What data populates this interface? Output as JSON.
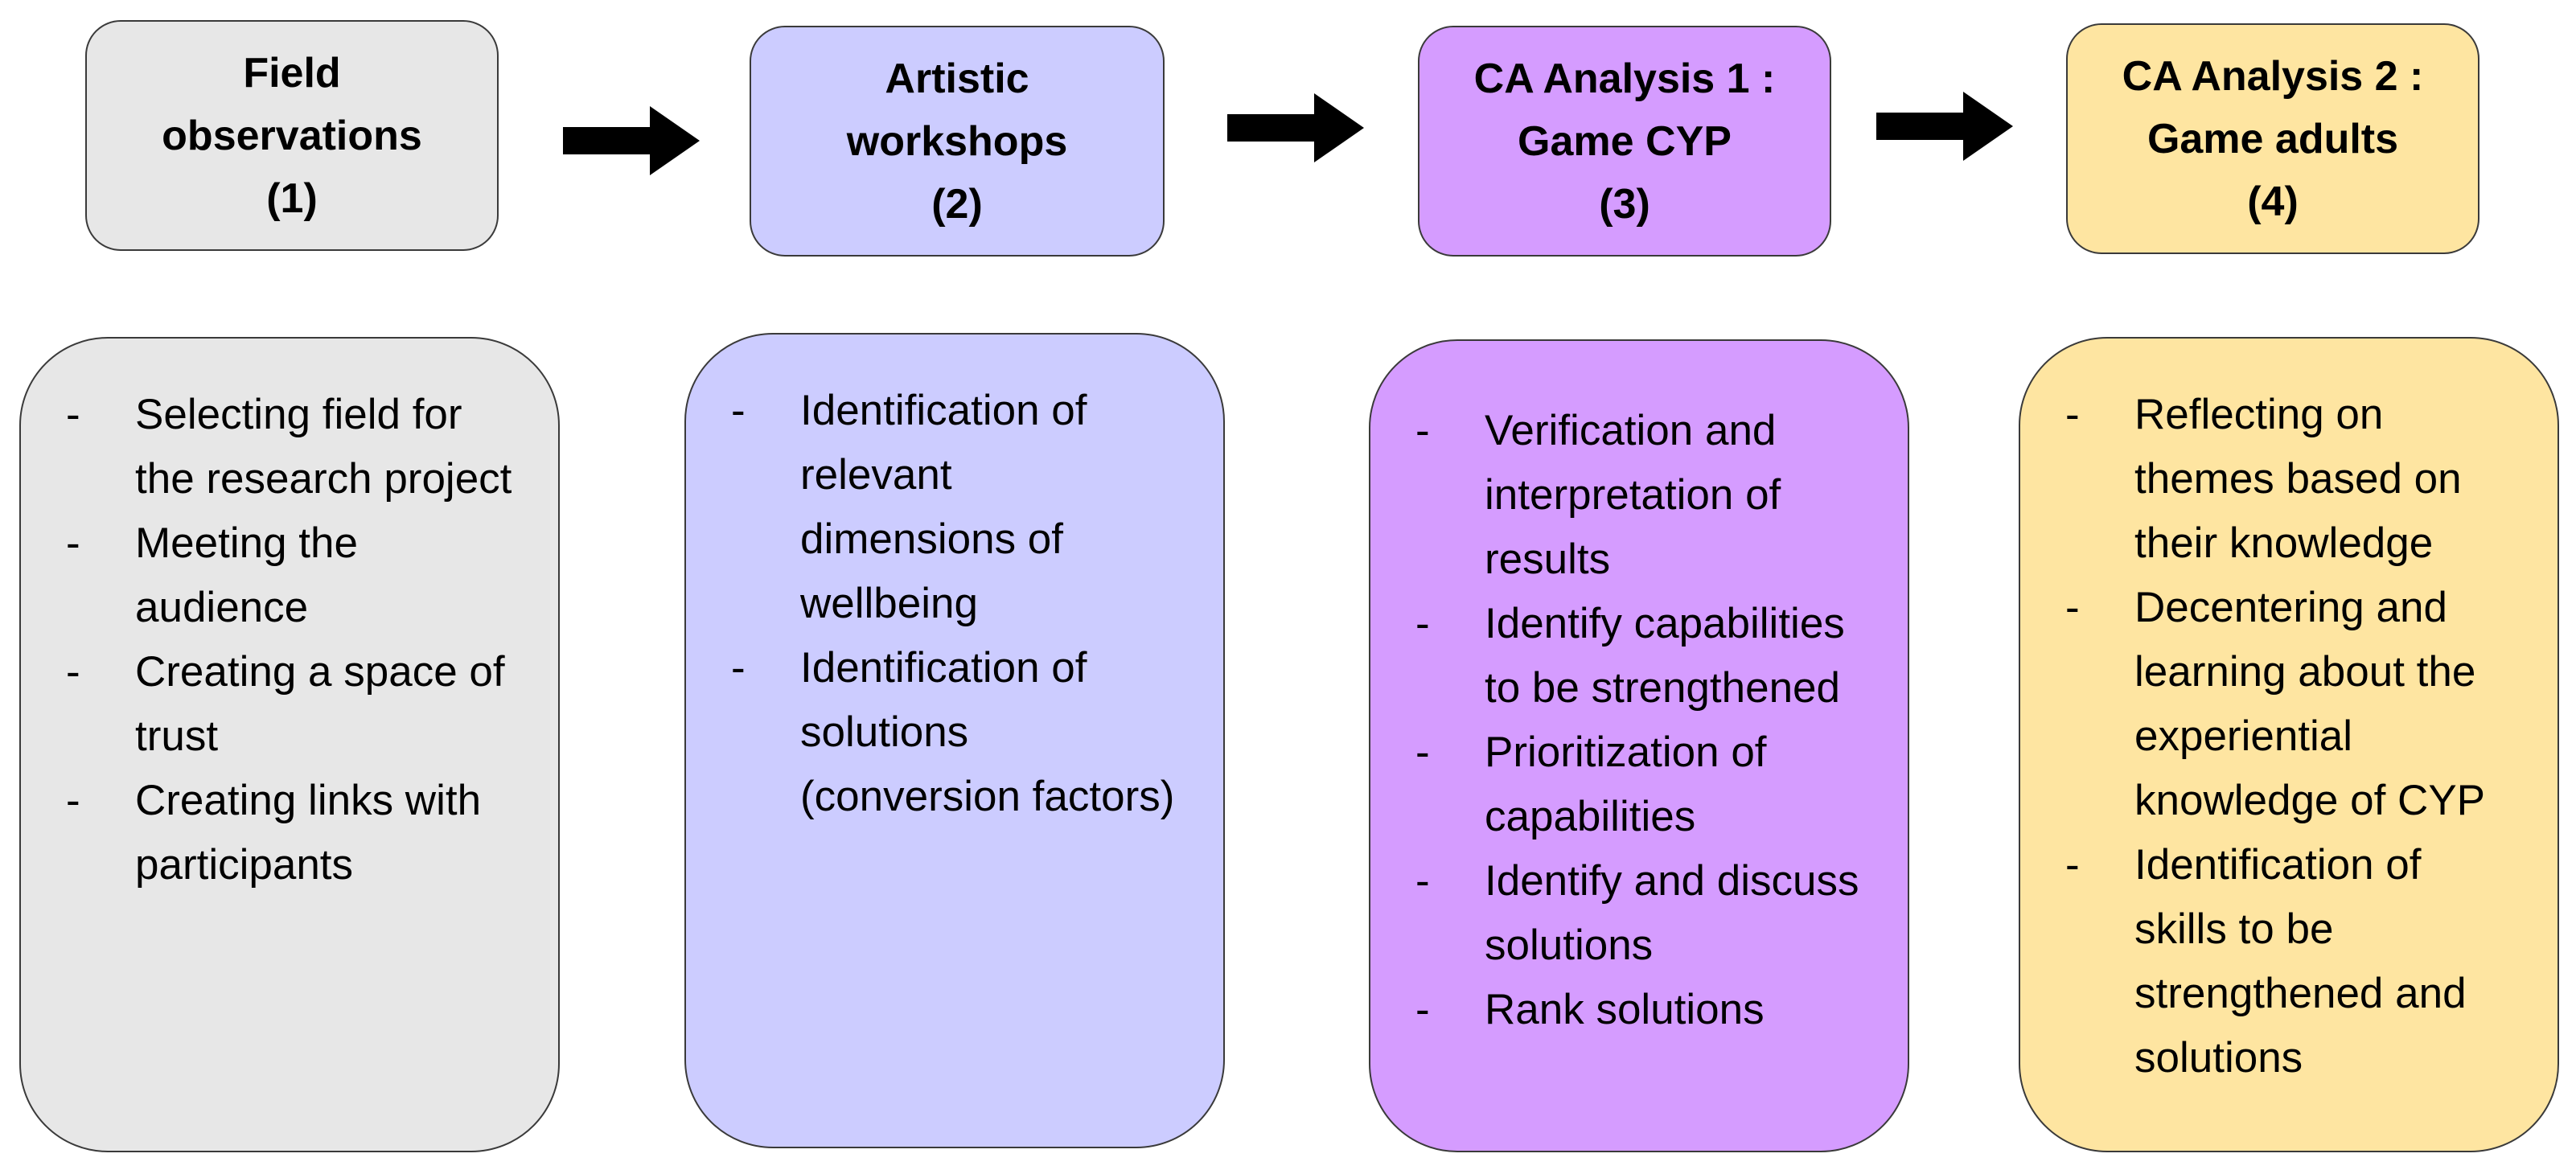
{
  "stages": [
    {
      "title_lines": [
        "Field",
        "observations",
        "(1)"
      ],
      "color": "#e7e7e7",
      "items": [
        "Selecting field for the research project",
        "Meeting the audience",
        "Creating a space of trust",
        "Creating links with participants"
      ]
    },
    {
      "title_lines": [
        "Artistic",
        "workshops",
        "(2)"
      ],
      "color": "#ccccff",
      "items": [
        "Identification of relevant dimensions of wellbeing",
        "Identification of solutions (conversion factors)"
      ]
    },
    {
      "title_lines": [
        "CA Analysis 1 :",
        "Game CYP",
        "(3)"
      ],
      "color": "#d59cff",
      "items": [
        "Verification and interpretation of results",
        "Identify capabilities to be strengthened",
        "Prioritization of capabilities",
        "Identify and discuss solutions",
        "Rank solutions"
      ]
    },
    {
      "title_lines": [
        "CA Analysis 2 :",
        "Game adults",
        "(4)"
      ],
      "color": "#fee5a1",
      "items": [
        "Reflecting on themes based on their knowledge",
        "Decentering and learning about the experiential knowledge of CYP",
        "Identification of skills to be strengthened and solutions"
      ]
    }
  ],
  "bullet_marker": "-",
  "arrow_color": "#000000"
}
